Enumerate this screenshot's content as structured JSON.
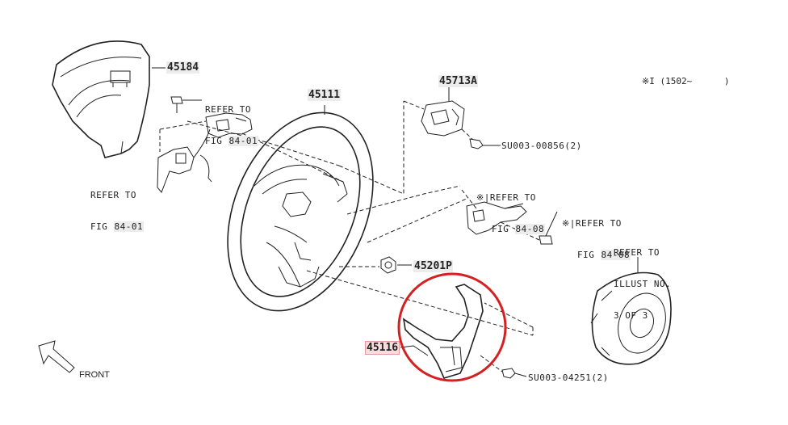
{
  "parts": {
    "p45184": "45184",
    "p45111": "45111",
    "p45713A": "45713A",
    "p45201P": "45201P",
    "p45116": "45116"
  },
  "fasteners": {
    "su_00856": "SU003-00856(2)",
    "su_04251": "SU003-04251(2)"
  },
  "refs": {
    "r1": {
      "line1": "REFER TO",
      "fig_prefix": "FIG ",
      "fig": "84-01"
    },
    "r2": {
      "line1": "REFER TO",
      "fig_prefix": "FIG ",
      "fig": "84-01"
    },
    "r3": {
      "line1": "※|REFER TO",
      "fig_prefix": "FIG ",
      "fig": "84-08"
    },
    "r4": {
      "line1": "※|REFER TO",
      "fig_prefix": "FIG ",
      "fig": "84-08"
    },
    "r5": {
      "line1": "REFER TO",
      "line2": "ILLUST NO.",
      "line3": "3 OF 3"
    }
  },
  "note": "※I (1502~      )",
  "front_label": "FRONT",
  "highlight_color": "#d42020"
}
